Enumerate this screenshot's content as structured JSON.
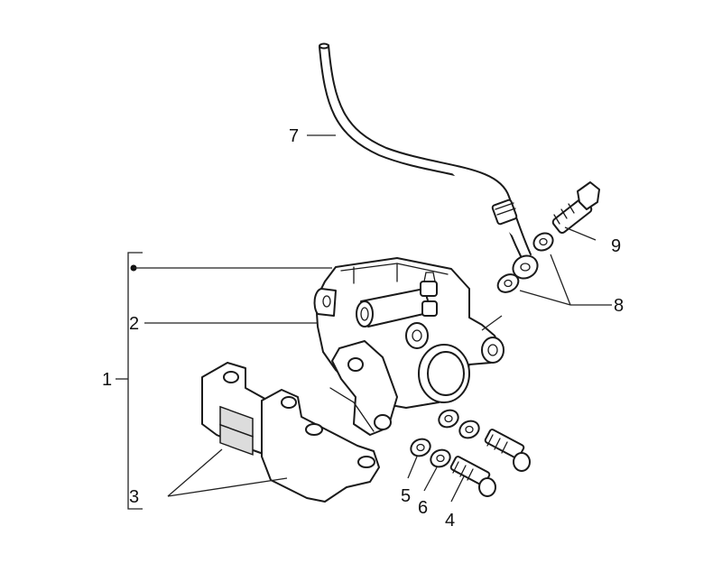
{
  "callouts": {
    "c1": "1",
    "c2": "2",
    "c3": "3",
    "c4": "4",
    "c5": "5",
    "c6": "6",
    "c7": "7",
    "c8": "8",
    "c9": "9"
  },
  "colors": {
    "line": "#1a1a1a",
    "background": "#ffffff",
    "pad_fill": "#dcdcdc"
  }
}
